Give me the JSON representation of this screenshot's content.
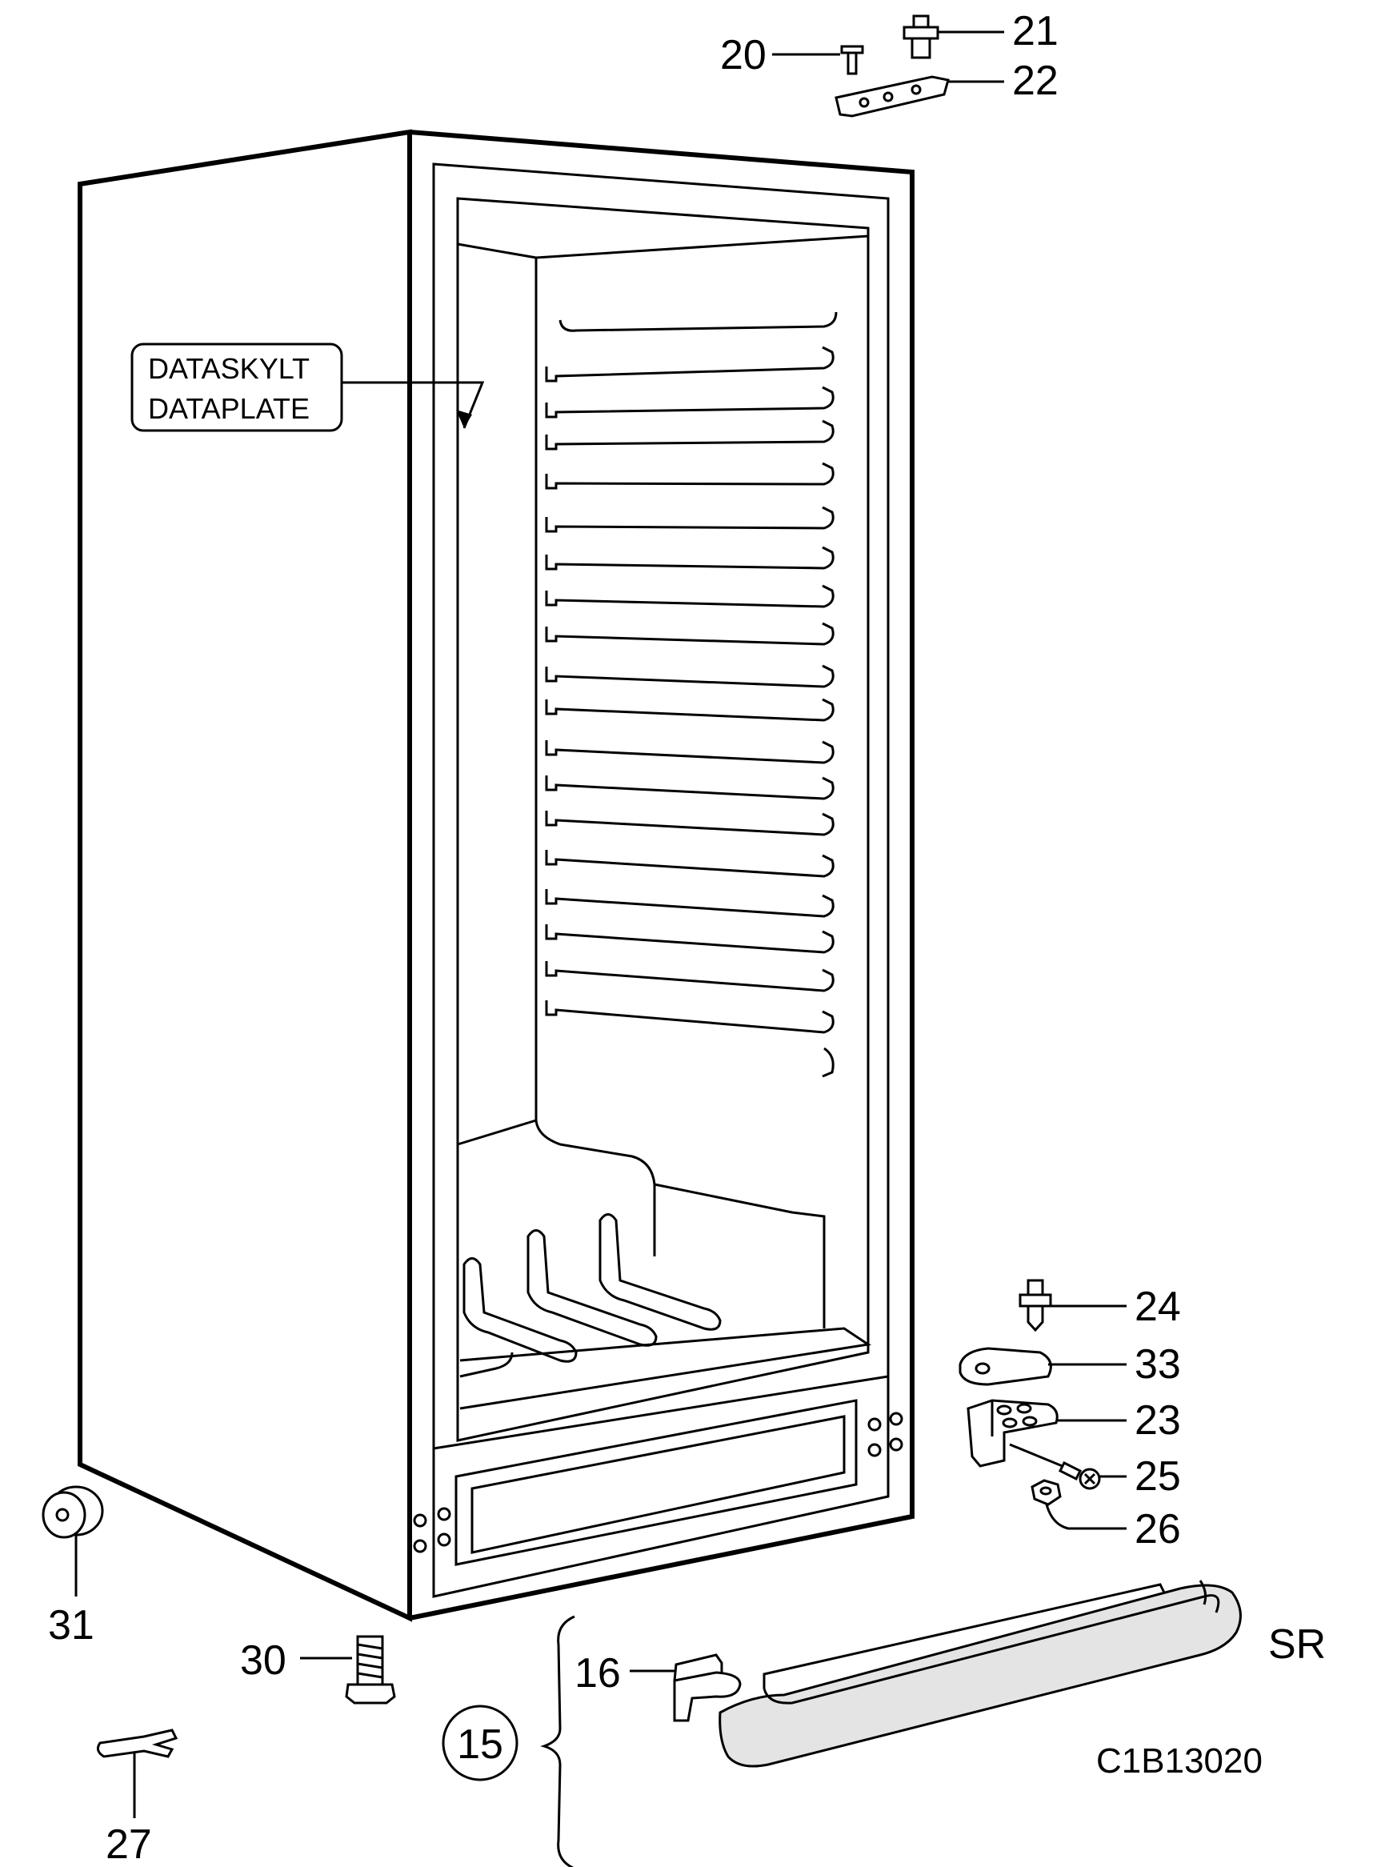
{
  "data_plate": {
    "line1": "DATASKYLT",
    "line2": "DATAPLATE"
  },
  "callouts": {
    "p20": "20",
    "p21": "21",
    "p22": "22",
    "p24": "24",
    "p33": "33",
    "p23": "23",
    "p25": "25",
    "p26": "26",
    "p31": "31",
    "p30": "30",
    "p27": "27",
    "p16": "16",
    "p15": "15",
    "sr": "SR"
  },
  "figure_code": "C1B13020"
}
